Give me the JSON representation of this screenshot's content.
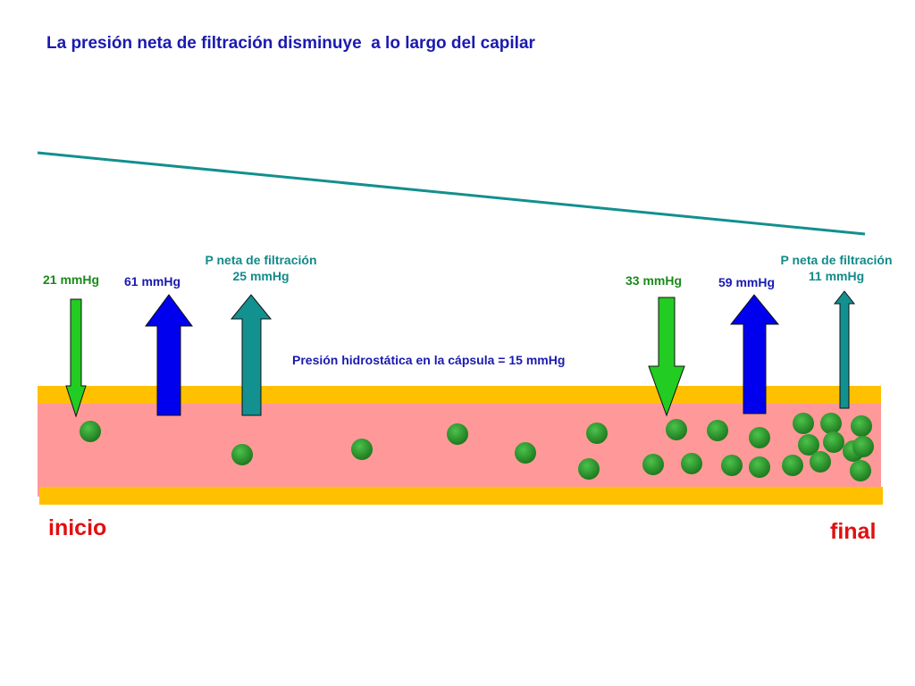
{
  "title": "La presión neta de filtración disminuye  a lo largo del capilar",
  "start": {
    "oncotic_label": "21 mmHg",
    "hydrostatic_label": "61 mmHg",
    "net_title": "P neta de filtración",
    "net_value": "25 mmHg"
  },
  "end": {
    "oncotic_label": "33 mmHg",
    "hydrostatic_label": "59 mmHg",
    "net_title": "P neta de filtración",
    "net_value": "11 mmHg"
  },
  "capsule_pressure": "Presión hidrostática en la cápsula = 15 mmHg",
  "inicio": "inicio",
  "final": "final",
  "colors": {
    "title": "#1a1ab0",
    "green_label": "#1a8a1a",
    "blue_label": "#1a1ab0",
    "teal_label": "#138a8a",
    "capsule_text": "#1a1ab0",
    "endpoints": "#e01010",
    "vessel_wall": "#ffc000",
    "vessel_lumen": "#ff9999",
    "net_line": "#138f8f",
    "green_arrow": "#22cc22",
    "blue_arrow": "#0000ee",
    "teal_arrow": "#139090",
    "particle": "#2a9a2a"
  }
}
